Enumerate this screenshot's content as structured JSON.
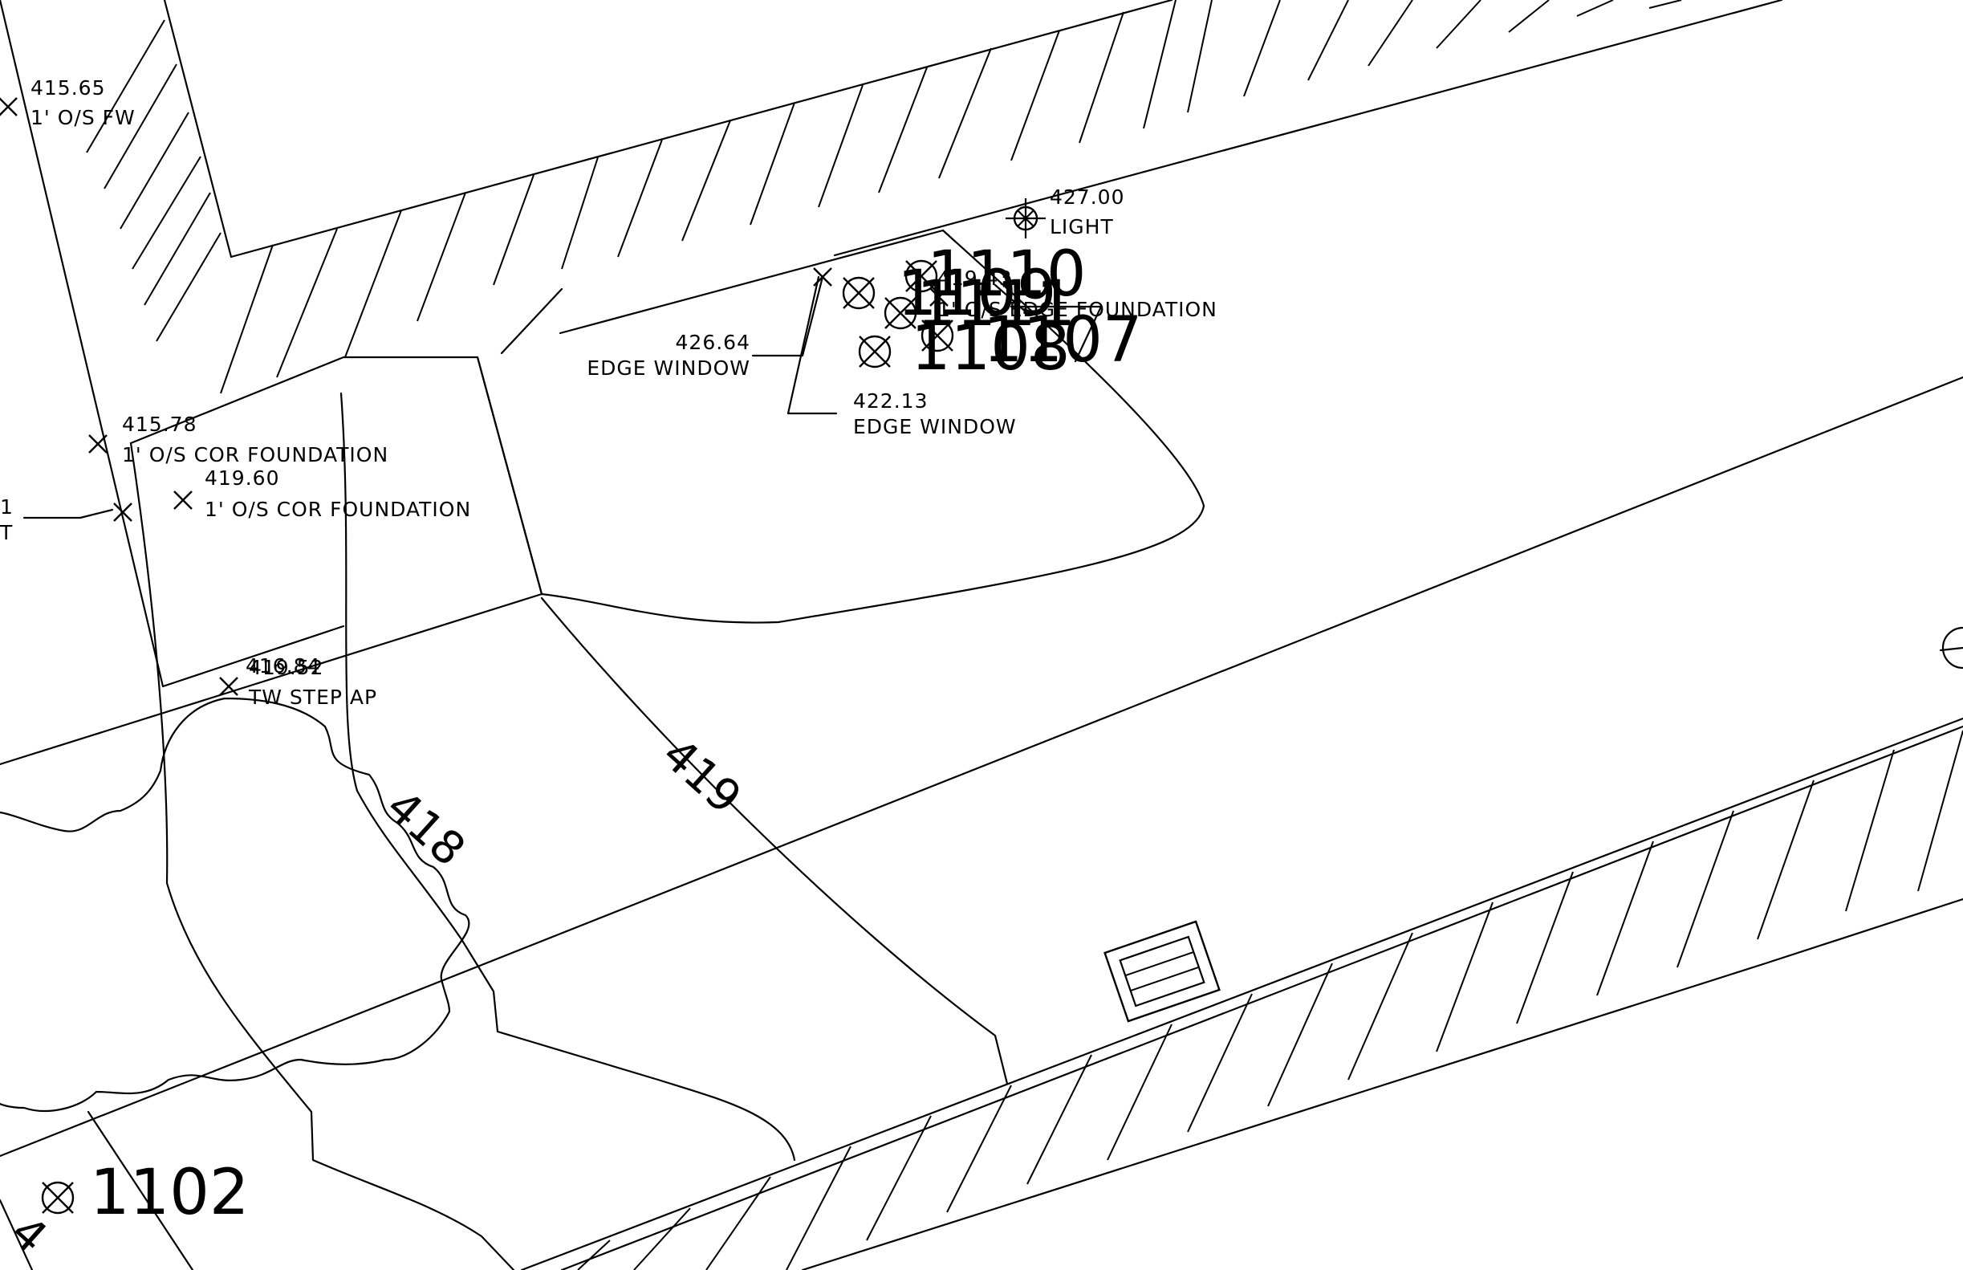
{
  "colors": {
    "background": "#ffffff",
    "linework": "#000000"
  },
  "spot_labels": [
    {
      "id": "fw",
      "elev": "415.65",
      "desc": "1' O/S FW"
    },
    {
      "id": "light",
      "elev": "427.00",
      "desc": "LIGHT"
    },
    {
      "id": "win1",
      "elev": "426.64",
      "desc": "EDGE WINDOW"
    },
    {
      "id": "win2",
      "elev": "422.13",
      "desc": "EDGE WINDOW"
    },
    {
      "id": "cor1",
      "elev": "415.78",
      "desc": "1' O/S COR FOUNDATION"
    },
    {
      "id": "cor2",
      "elev": "419.60",
      "desc": "1' O/S COR FOUNDATION"
    },
    {
      "id": "edgefnd",
      "elev": "419.43",
      "desc": "1' O/S EDGE FOUNDATION"
    },
    {
      "id": "step",
      "elev": "419.52",
      "elev_overlap": "416.84",
      "desc": "TW STEP AP"
    },
    {
      "id": "leftcut",
      "elev": "1",
      "desc": "T"
    }
  ],
  "point_numbers": [
    "1110",
    "1109",
    "1111",
    "1108",
    "1107",
    "1102"
  ],
  "contours": [
    "419",
    "418",
    "4"
  ],
  "icons": [
    "spot-x-icon",
    "manhole-symbol-icon",
    "light-pole-icon",
    "grate-icon"
  ]
}
